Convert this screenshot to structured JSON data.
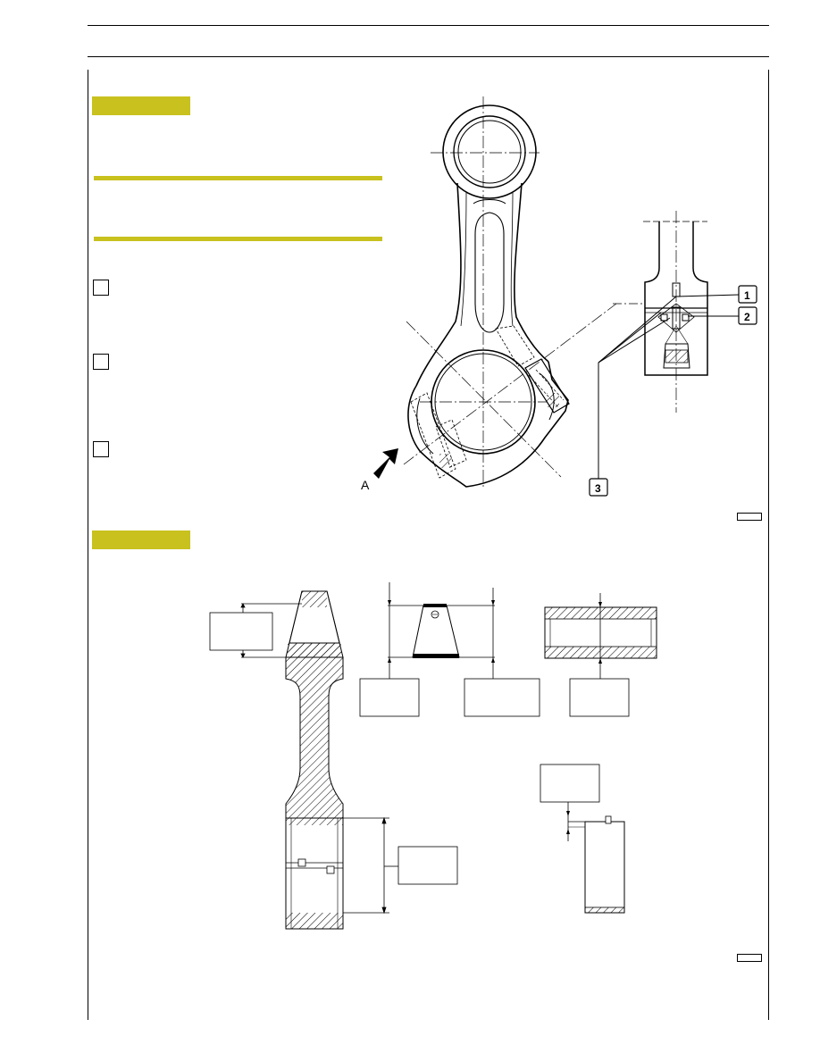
{
  "header": {
    "title": ""
  },
  "section1": {
    "heading": ""
  },
  "section2": {
    "heading": ""
  },
  "figure1": {
    "view_label": "A",
    "callouts": [
      "1",
      "2",
      "3"
    ],
    "figure_number": ""
  },
  "figure2": {
    "figure_number": "",
    "dimension_boxes": [
      "",
      "",
      "",
      "",
      "",
      "",
      ""
    ]
  },
  "colors": {
    "accent": "#c8c11e",
    "line": "#000000"
  }
}
